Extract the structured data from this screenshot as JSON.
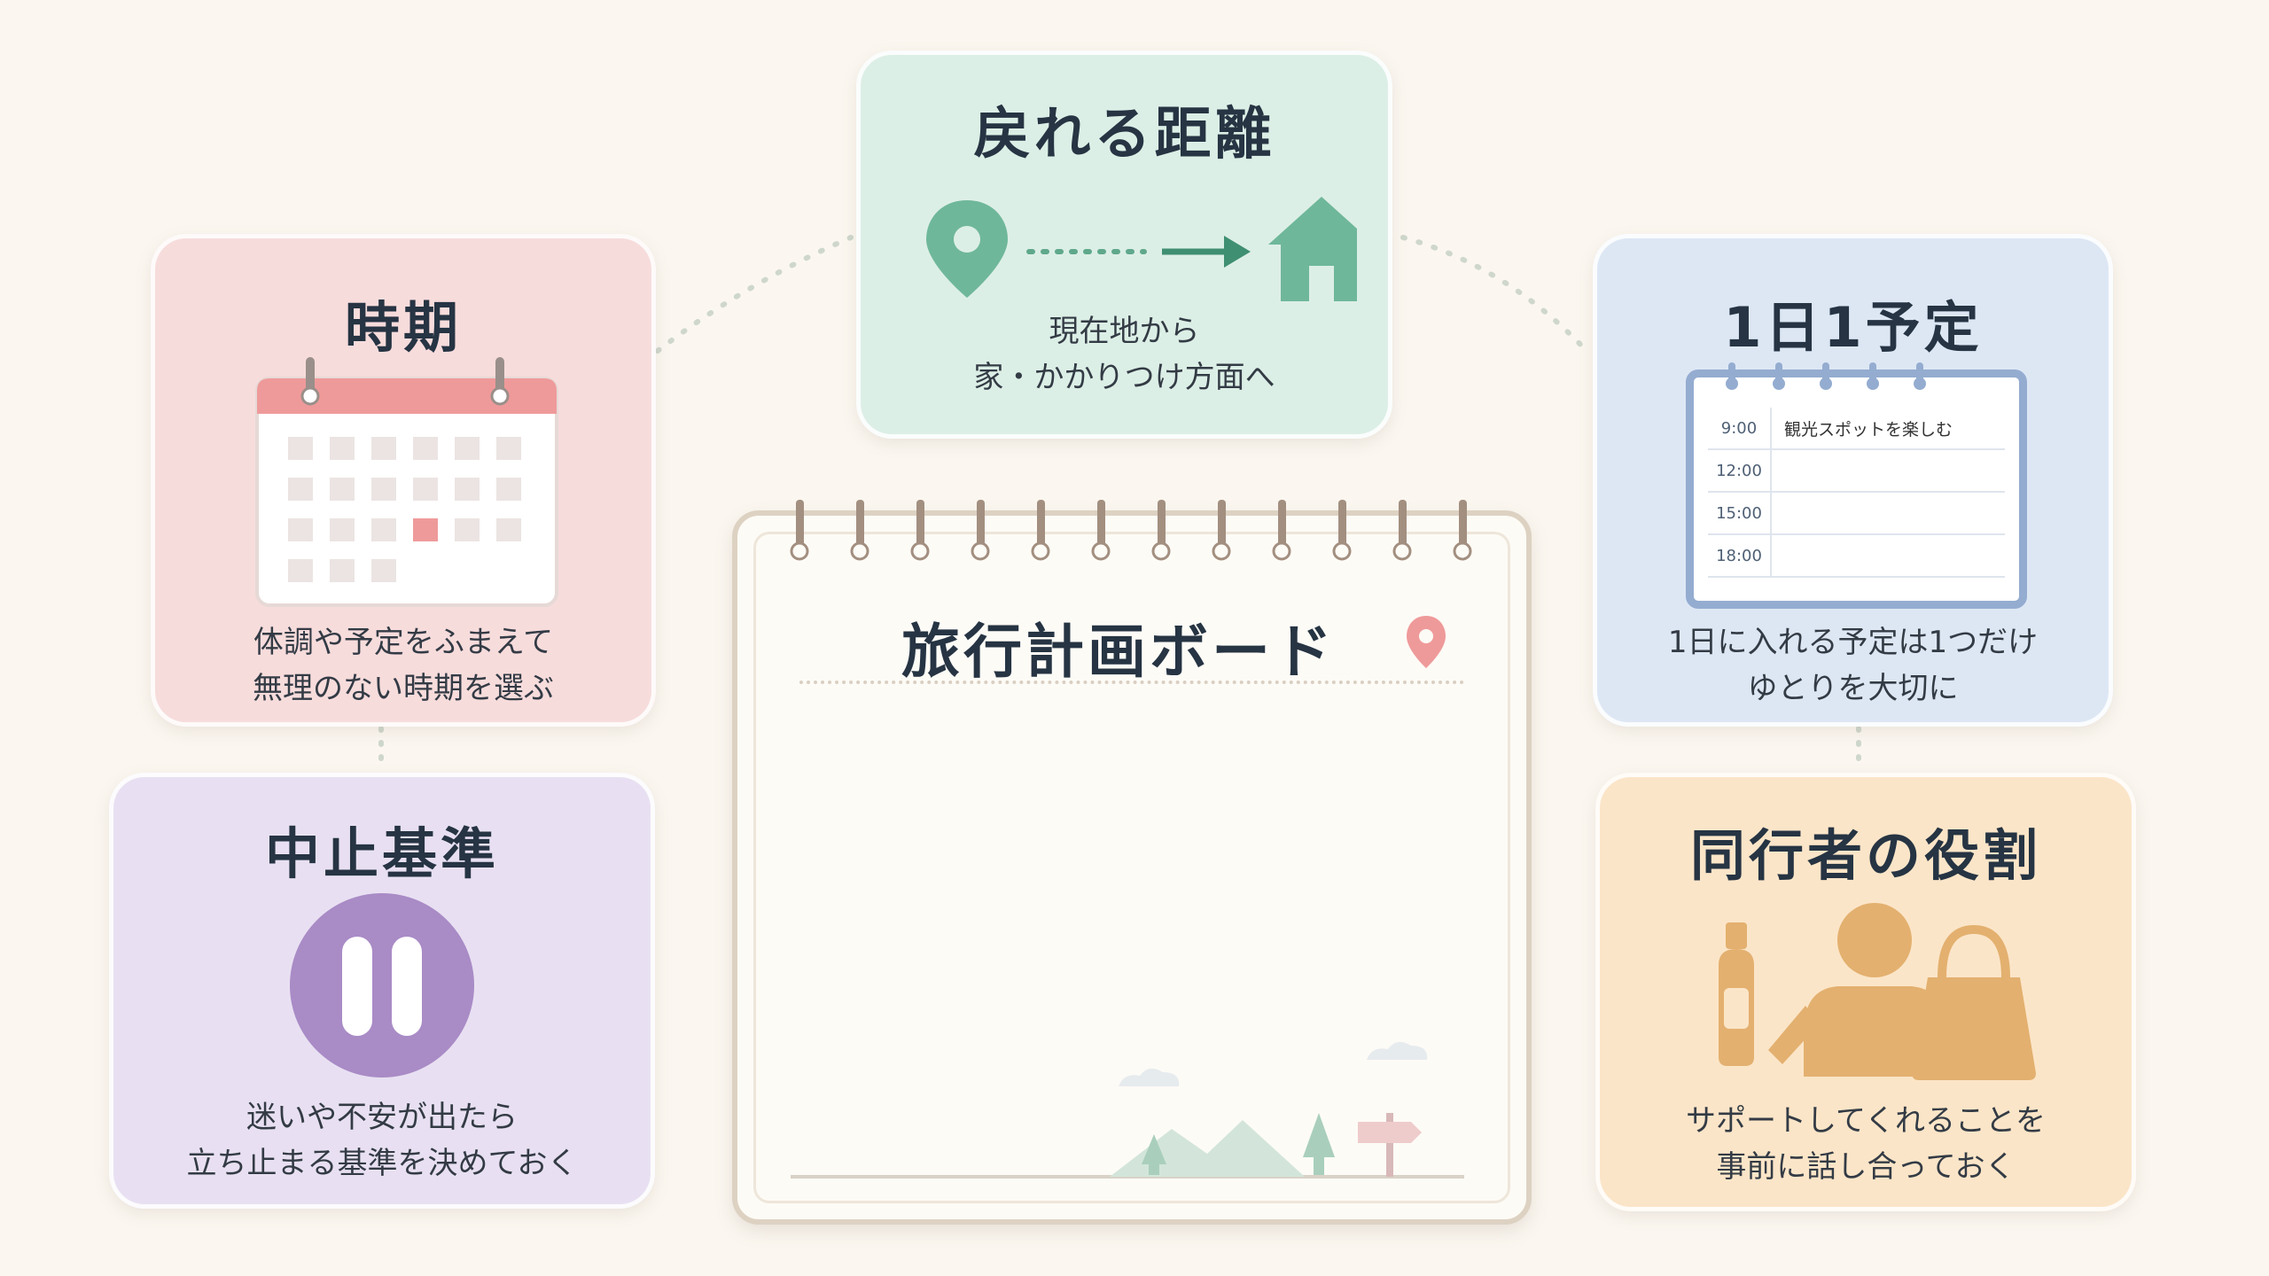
{
  "board": {
    "title": "旅行計画ボード"
  },
  "cards": {
    "distance": {
      "title": "戻れる距離",
      "desc": [
        "現在地から",
        "家・かかりつけ方面へ"
      ]
    },
    "period": {
      "title": "時期",
      "desc": [
        "体調や予定をふまえて",
        "無理のない時期を選ぶ"
      ]
    },
    "stop": {
      "title": "中止基準",
      "desc": [
        "迷いや不安が出たら",
        "立ち止まる基準を決めておく"
      ]
    },
    "schedule": {
      "title": "1日1予定",
      "desc": [
        "1日に入れる予定は1つだけ",
        "ゆとりを大切に"
      ],
      "rows": [
        {
          "time": "9:00",
          "item": "観光スポットを楽しむ"
        },
        {
          "time": "12:00",
          "item": ""
        },
        {
          "time": "15:00",
          "item": ""
        },
        {
          "time": "18:00",
          "item": ""
        }
      ]
    },
    "companion": {
      "title": "同行者の役割",
      "desc": [
        "サポートしてくれることを",
        "事前に話し合っておく"
      ]
    }
  },
  "colors": {
    "background": "#fbf7f0",
    "green": "#6fb79b",
    "red": "#ef9a9a",
    "purple": "#a98bc6",
    "blue": "#94acd0",
    "orange": "#e3b06f"
  }
}
